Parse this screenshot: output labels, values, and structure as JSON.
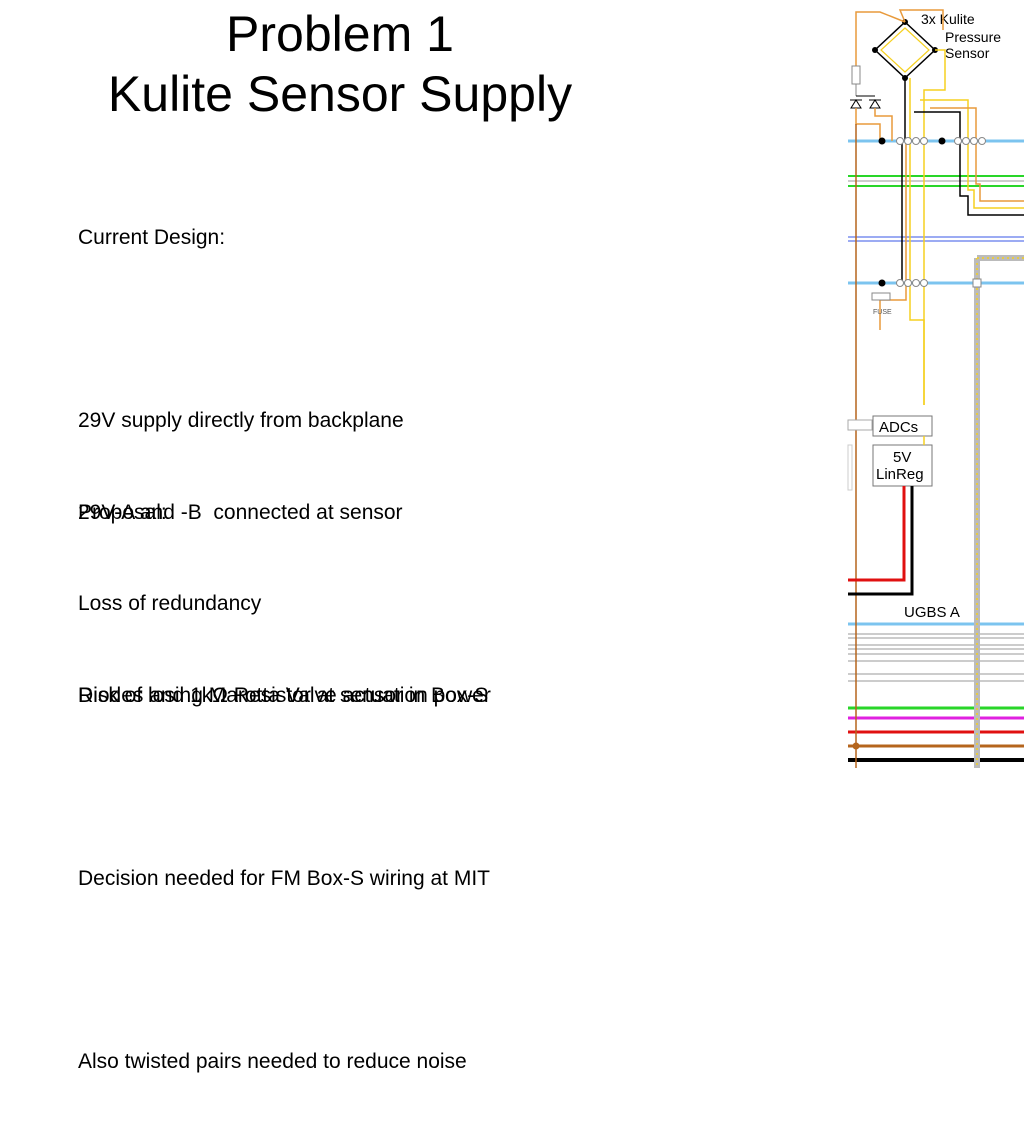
{
  "title": {
    "line1": "Problem 1",
    "line2": "Kulite Sensor Supply"
  },
  "current_design": {
    "heading": "Current Design:",
    "items": [
      "29V supply directly from backplane",
      "29V-A and -B  connected at sensor",
      "Loss of redundancy",
      "Risk of losing Marotta Valve actuation power"
    ]
  },
  "proposal": {
    "heading": "Proposal:",
    "item1_pre": "Diodes and 1k",
    "item1_symbol": "Ω",
    "item1_post": " Resistor at sensor in Box-S",
    "item2": "Decision needed for FM Box-S wiring at MIT",
    "item3": "Also twisted pairs needed to reduce noise"
  },
  "diagram": {
    "sensor_label": [
      "3x Kulite",
      "Pressure",
      "Sensor"
    ],
    "fuse_label": "FUSE",
    "adc_label": "ADCs",
    "linreg_label": [
      "5V",
      "LinReg"
    ],
    "bus_label": "UGBS A",
    "colors": {
      "blue": "#7cc4ef",
      "orange": "#e89a3c",
      "yellow": "#f5d020",
      "green": "#29d629",
      "red": "#e01010",
      "magenta": "#e020e0",
      "black": "#000000",
      "brown": "#b5651d",
      "grey": "#aaaaaa"
    }
  }
}
